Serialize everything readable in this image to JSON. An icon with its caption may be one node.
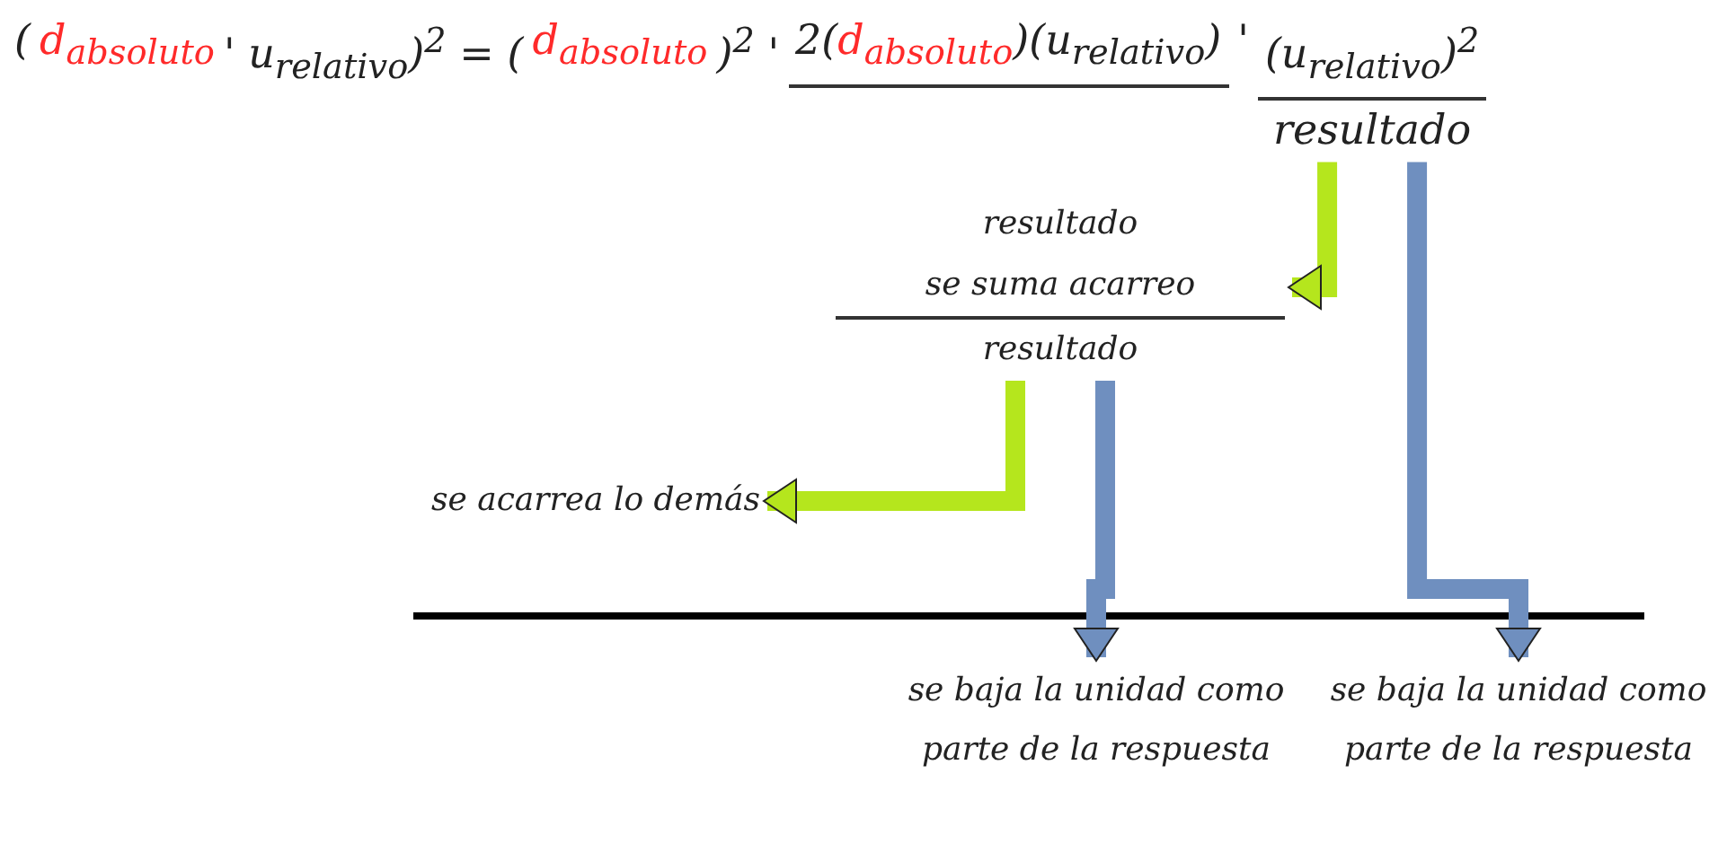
{
  "diagram": {
    "nodes": [
      {
        "text": [
          "resultado"
        ]
      },
      {
        "text": [
          "resultado"
        ]
      },
      {
        "text": [
          "se suma acarreo"
        ]
      },
      {
        "text": [
          "resultado"
        ]
      },
      {
        "text": [
          "se acarrea lo demás"
        ]
      },
      {
        "text": [
          "se baja la unidad como parte de la respuesta"
        ]
      },
      {
        "text": [
          "se baja la unidad como parte de la respuesta"
        ]
      }
    ],
    "edges": [
      {
        "from": 0,
        "to": 2,
        "arrow": "to",
        "color": "#b5e61d"
      },
      {
        "from": 0,
        "to": 6,
        "arrow": "to",
        "color": "#6f8fbf"
      },
      {
        "from": 3,
        "to": 4,
        "arrow": "to",
        "color": "#b5e61d"
      },
      {
        "from": 3,
        "to": 5,
        "arrow": "to",
        "color": "#6f8fbf"
      }
    ],
    "labels": [
      "(",
      "d$_{absoluto}$",
      "' u$_{relativo}$)$^{2}$ = (",
      "d$_{absoluto}$",
      ")$^{2}$ '",
      "2(",
      "d$_{absoluto}$",
      ")(u$_{relativo}$)",
      "'",
      "(u$_{relativo}$)$^{2}$"
    ]
  }
}
